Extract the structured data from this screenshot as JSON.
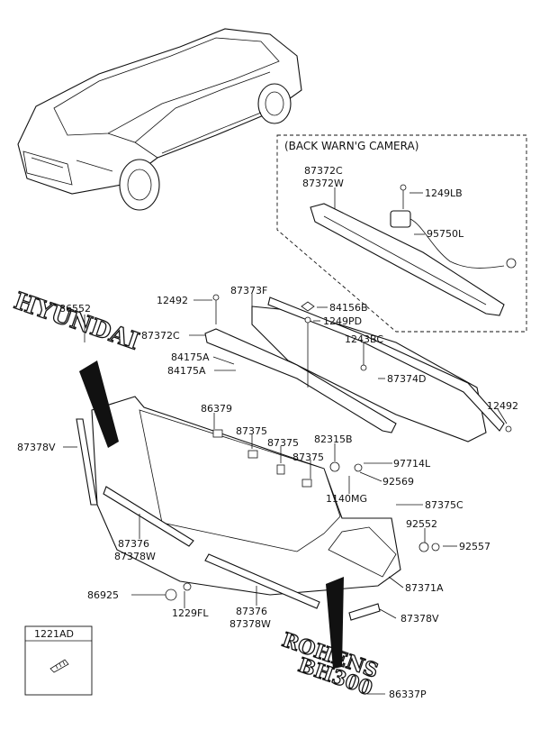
{
  "camera_section": {
    "title": "(BACK WARN'G CAMERA)",
    "labels": [
      "87372C",
      "87372W",
      "1249LB",
      "95750L"
    ]
  },
  "emblems": {
    "hyundai_text": "HYUNDAI",
    "rohens_text": "ROHENS",
    "bh300_text": "BH300"
  },
  "inset_box": {
    "title": "1221AD"
  },
  "part_labels": [
    "86552",
    "12492",
    "87373F",
    "84156B",
    "87372C",
    "1249PD",
    "84175A",
    "84175A",
    "1243BC",
    "87374D",
    "86379",
    "12492",
    "87375",
    "87375",
    "82315B",
    "87378V",
    "87375",
    "97714L",
    "92569",
    "1140MG",
    "87375C",
    "87376",
    "87378W",
    "92552",
    "92557",
    "87371A",
    "86925",
    "87376",
    "87378W",
    "1229FL",
    "87378V",
    "86337P"
  ]
}
